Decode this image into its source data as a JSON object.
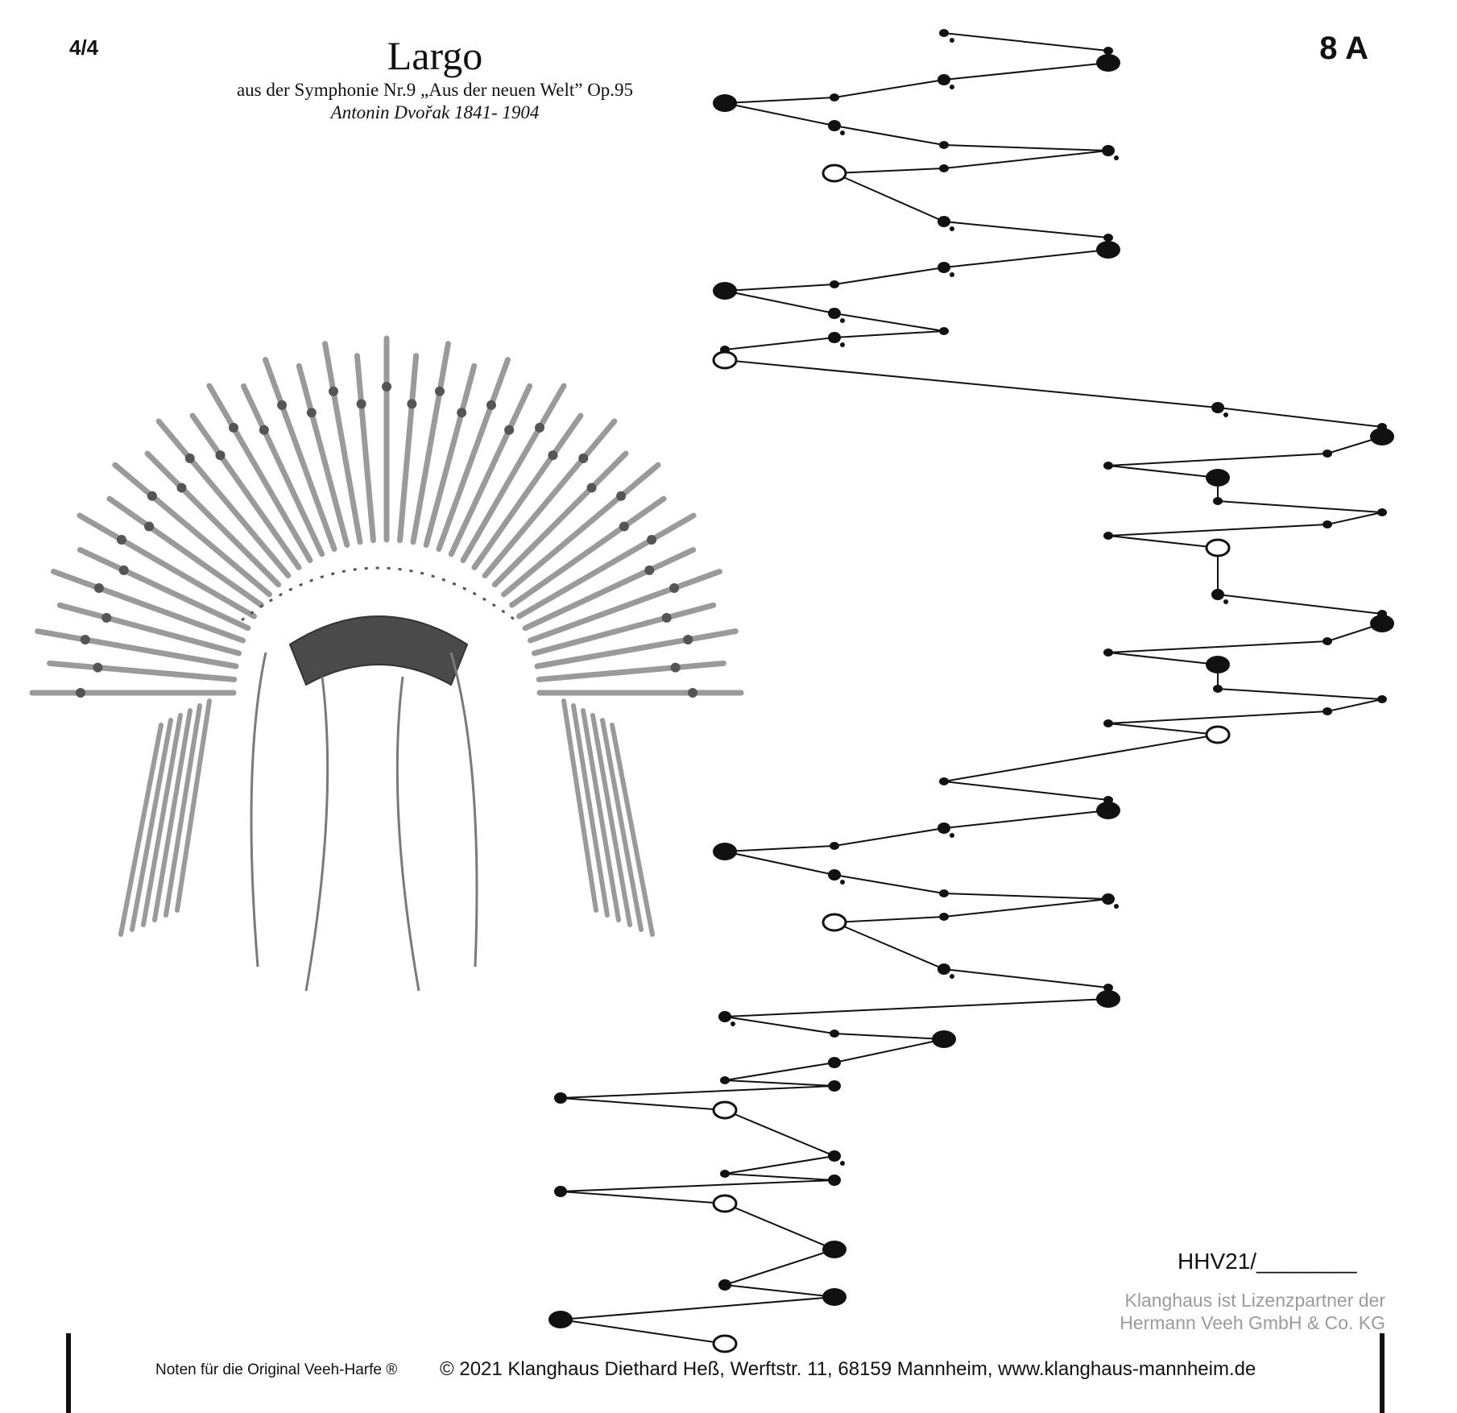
{
  "header": {
    "time_signature": "4/4",
    "sheet_code": "8 A",
    "title": "Largo",
    "subtitle": "aus der Symphonie Nr.9 „Aus der neuen Welt” Op.95",
    "composer": "Antonin Dvořak 1841- 1904"
  },
  "illustration": {
    "subject": "feather headdress pencil drawing"
  },
  "order": {
    "code": "HHV21/________"
  },
  "license": {
    "line1": "Klanghaus ist Lizenzpartner der",
    "line2": "Hermann Veeh GmbH & Co. KG"
  },
  "footer": {
    "note": "Noten für die Original Veeh-Harfe ®",
    "copyright": "© 2021 Klanghaus Diethard Heß, Werftstr. 11, 68159 Mannheim, www.klanghaus-mannheim.de"
  },
  "colors": {
    "ink": "#111111",
    "license_gray": "#9b9b9b",
    "pencil": "#8a8a8a"
  }
}
